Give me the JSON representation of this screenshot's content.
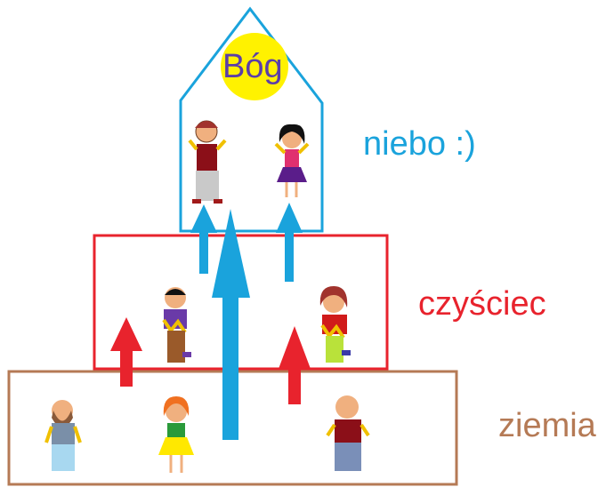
{
  "labels": {
    "god": "Bóg",
    "heaven": "niebo :)",
    "purgatory": "czyściec",
    "earth": "ziemia"
  },
  "colors": {
    "heaven": "#1aa3dc",
    "purgatory": "#e8232d",
    "earth": "#b57a55",
    "god_halo": "#fff200",
    "god_text": "#5b3ea8"
  },
  "icons": [
    "person-icon",
    "up-arrow-icon",
    "sun-halo-icon"
  ]
}
